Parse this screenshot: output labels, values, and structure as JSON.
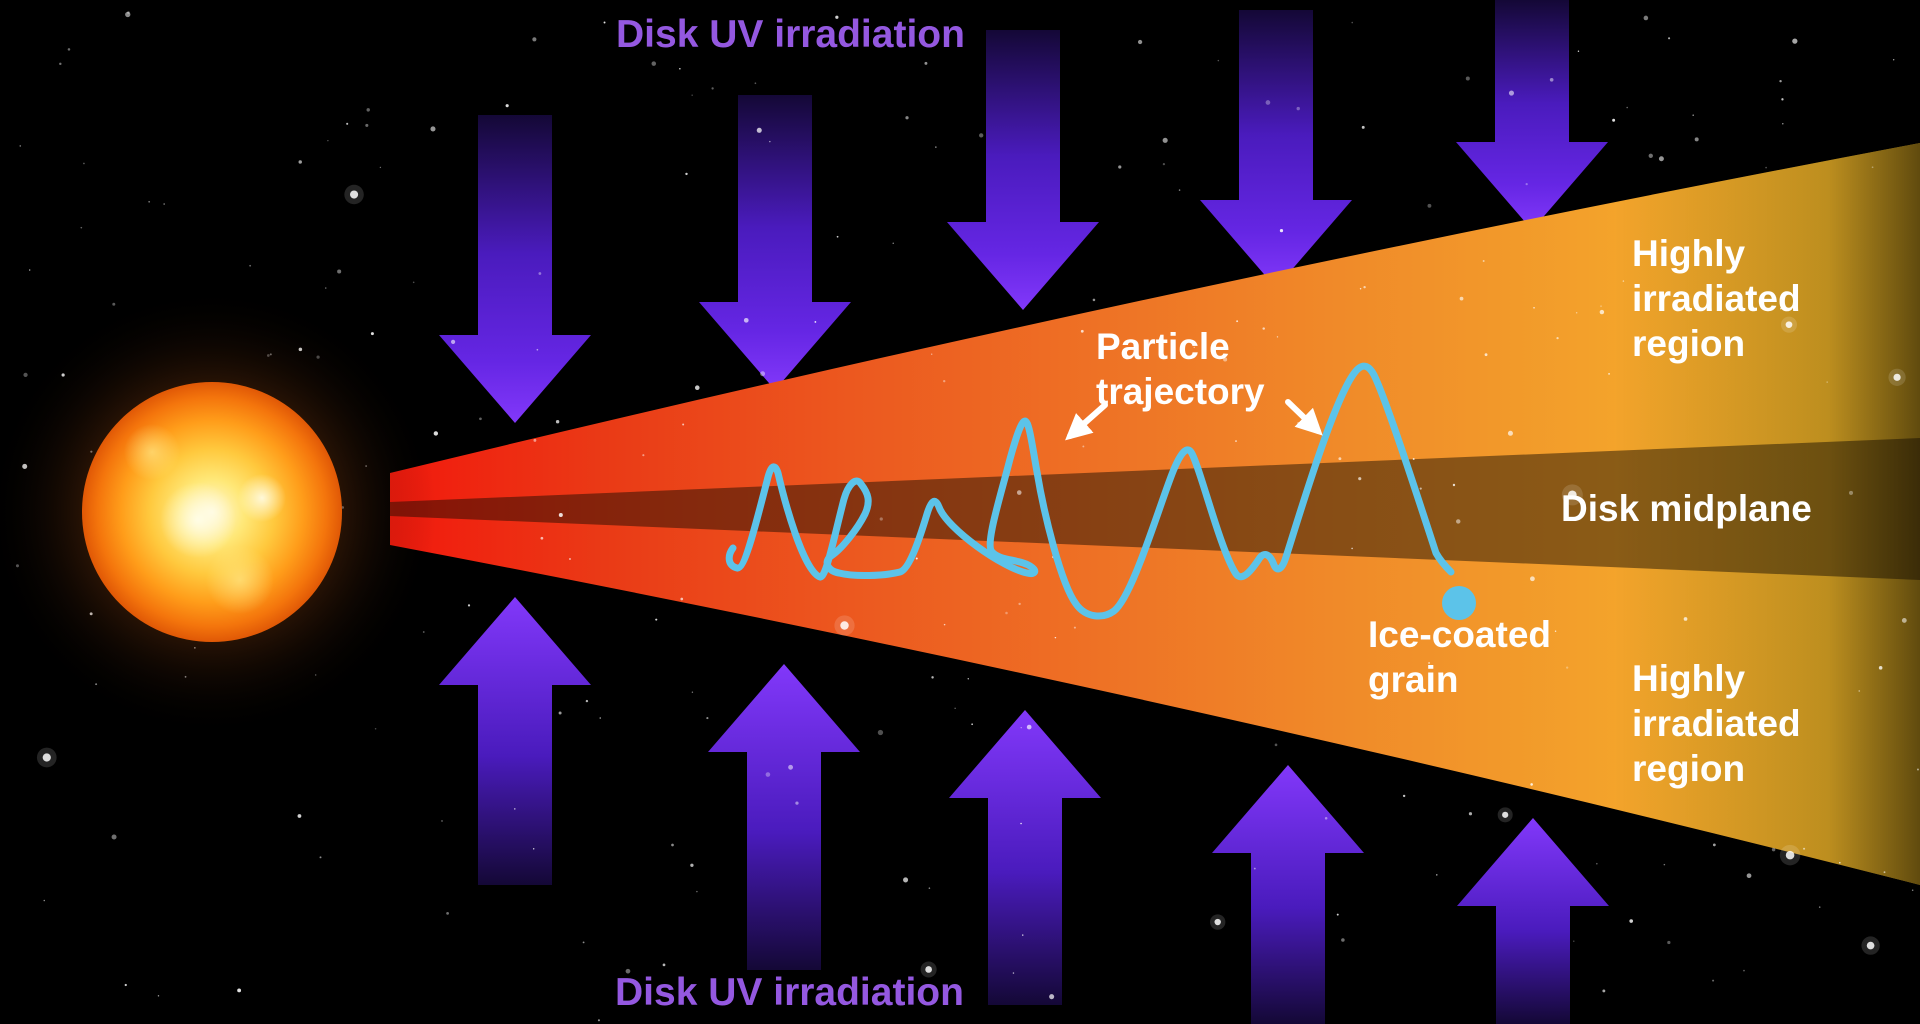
{
  "labels": {
    "disk_uv_top": "Disk UV irradiation",
    "disk_uv_bottom": "Disk UV irradiation",
    "highly_irradiated_top": "Highly irradiated region",
    "highly_irradiated_bottom": "Highly irradiated region",
    "disk_midplane": "Disk midplane",
    "particle_trajectory": "Particle trajectory",
    "ice_coated_grain": "Ice-coated grain"
  },
  "arrows": {
    "top_count": 5,
    "bottom_count": 5,
    "top_direction": "down",
    "bottom_direction": "up"
  },
  "colors": {
    "background": "#000000",
    "uv_label_purple": "#9458e0",
    "label_white": "#ffffff",
    "arrow_tip_violet": "#8238fa",
    "arrow_mid_violet": "#4a1bbd",
    "arrow_far_dark": "#140836",
    "disk_red": "#f2190d",
    "disk_orange": "#ee7125",
    "disk_gold": "#f9c528",
    "midplane_shade": "rgba(20,10,0,0.47)",
    "trajectory_cyan": "#5cc3e9",
    "sun_core": "#fff8d8",
    "sun_rim": "#e05806"
  }
}
